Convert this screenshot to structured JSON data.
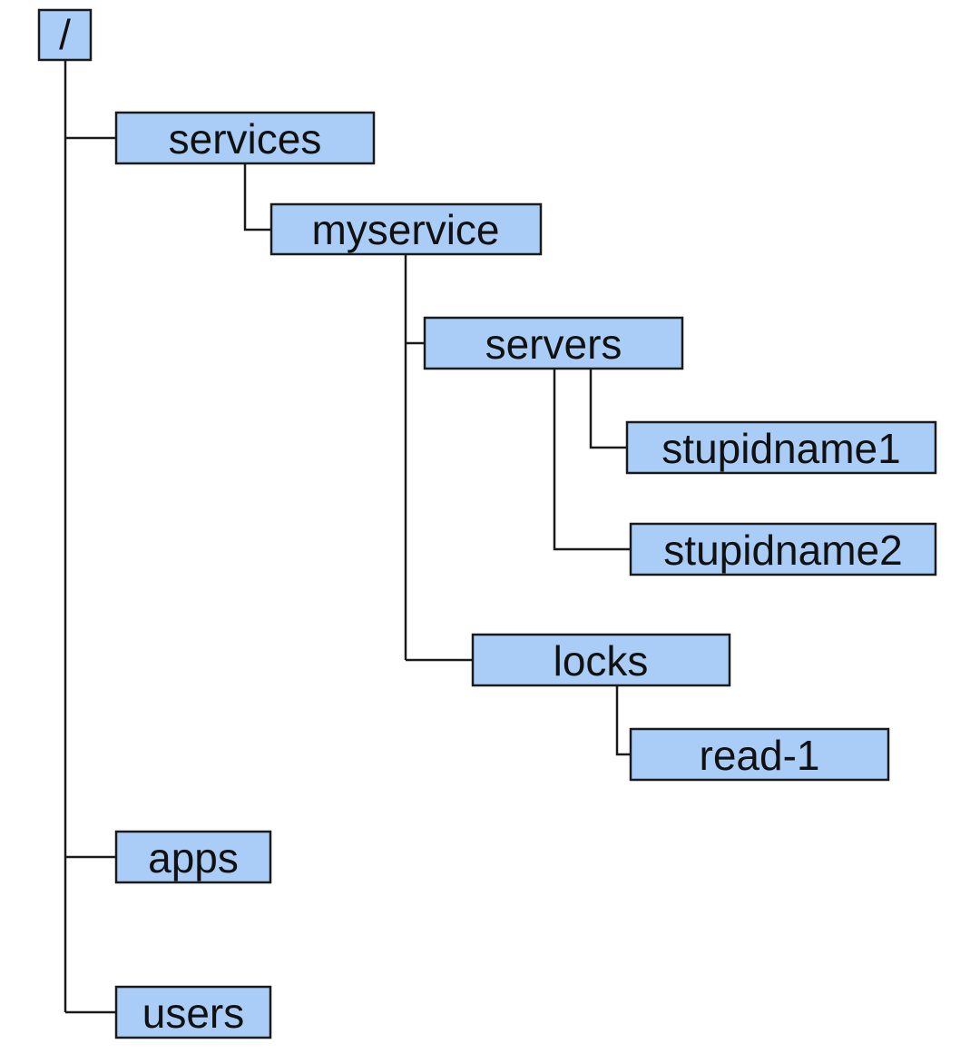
{
  "colors": {
    "node_fill": "#a9cdf7",
    "node_stroke": "#1a1a1a",
    "text": "#111111",
    "background": "#ffffff"
  },
  "nodes": {
    "root": "/",
    "services": "services",
    "myservice": "myservice",
    "servers": "servers",
    "stupidname1": "stupidname1",
    "stupidname2": "stupidname2",
    "locks": "locks",
    "read1": "read-1",
    "apps": "apps",
    "users": "users"
  },
  "edges": [
    [
      "root",
      "services"
    ],
    [
      "root",
      "apps"
    ],
    [
      "root",
      "users"
    ],
    [
      "services",
      "myservice"
    ],
    [
      "myservice",
      "servers"
    ],
    [
      "myservice",
      "locks"
    ],
    [
      "servers",
      "stupidname1"
    ],
    [
      "servers",
      "stupidname2"
    ],
    [
      "locks",
      "read1"
    ]
  ]
}
